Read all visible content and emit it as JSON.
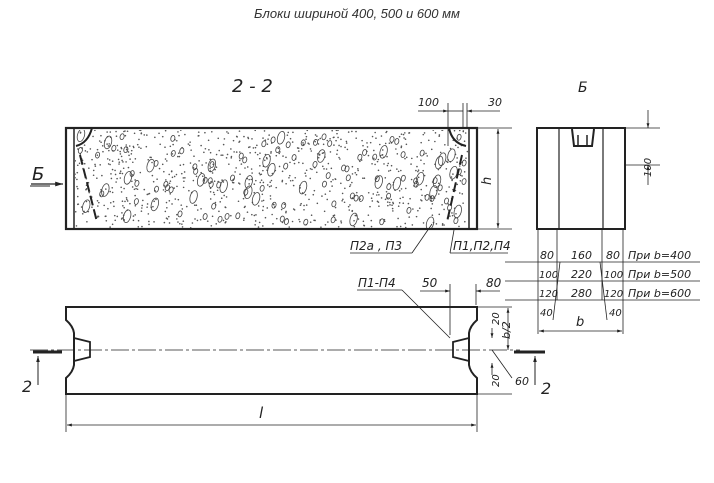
{
  "title": "Блоки шириной 400, 500 и 600 мм",
  "section": {
    "label": "2 - 2",
    "view_arrow_label": "Б",
    "dim_100": "100",
    "dim_30": "30",
    "dim_h": "h"
  },
  "side_view": {
    "label": "Б",
    "dim_100": "100"
  },
  "callouts": {
    "left": "П2а , П3",
    "right": "П1,П2,П4",
    "bottom": "П1-П4"
  },
  "width_table": {
    "rows": [
      {
        "a": "80",
        "mid": "160",
        "c": "80",
        "note": "При b=400"
      },
      {
        "a": "100",
        "mid": "220",
        "c": "100",
        "note": "При b=500"
      },
      {
        "a": "120",
        "mid": "280",
        "c": "120",
        "note": "При b=600"
      }
    ],
    "edge_left": "40",
    "edge_right": "40",
    "dim_b": "b"
  },
  "plan": {
    "dim_50": "50",
    "dim_80": "80",
    "dim_20_top": "20",
    "dim_b2": "b/2",
    "dim_20_bottom": "20",
    "dim_60": "60",
    "cut_left": "2",
    "cut_right": "2",
    "dim_l": "l"
  }
}
